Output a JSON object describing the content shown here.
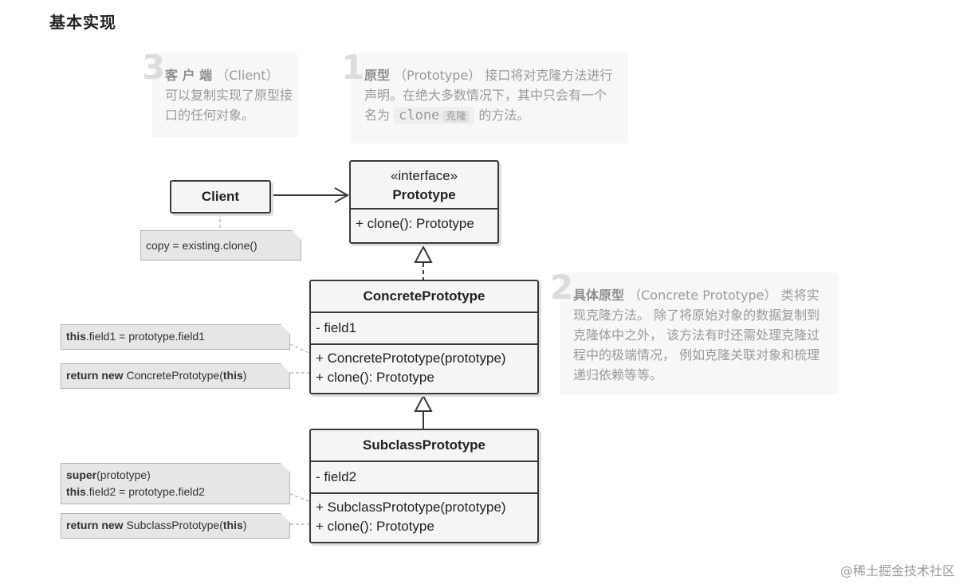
{
  "heading": "基本实现",
  "desc_client": {
    "number": "3",
    "title": "客 户 端",
    "paren": "（Client）",
    "text": "可以复制实现了原型接口的任何对象。"
  },
  "desc_prototype": {
    "number": "1",
    "title": "原型",
    "paren": "（Prototype）",
    "text1": "接口将对克隆方法进行声明。在绝大多数情况下，其中只会有一个名为",
    "code": "clone",
    "code_small": "克隆",
    "text2": "的方法。"
  },
  "desc_concrete": {
    "number": "2",
    "title": "具体原型",
    "paren": "（Concrete Prototype）",
    "text": "类将实现克隆方法。 除了将原始对象的数据复制到克隆体中之外， 该方法有时还需处理克隆过程中的极端情况， 例如克隆关联对象和梳理递归依赖等等。"
  },
  "client_box": {
    "label": "Client"
  },
  "client_note": "copy = existing.clone()",
  "prototype_box": {
    "stereotype": "«interface»",
    "name": "Prototype",
    "method": "+ clone(): Prototype"
  },
  "concrete_box": {
    "name": "ConcretePrototype",
    "field": "- field1",
    "method1": "+ ConcretePrototype(prototype)",
    "method2": "+ clone(): Prototype"
  },
  "concrete_notes": {
    "note1_kw": "this",
    "note1_rest": ".field1 = prototype.field1",
    "note2_kw": "return new",
    "note2_mid": " ConcretePrototype(",
    "note2_kw2": "this",
    "note2_end": ")"
  },
  "subclass_box": {
    "name": "SubclassPrototype",
    "field": "- field2",
    "method1": "+ SubclassPrototype(prototype)",
    "method2": "+ clone(): Prototype"
  },
  "subclass_notes": {
    "note1_kw": "super",
    "note1_rest": "(prototype)",
    "note1b_kw": "this",
    "note1b_rest": ".field2 = prototype.field2",
    "note2_kw": "return new",
    "note2_mid": " SubclassPrototype(",
    "note2_kw2": "this",
    "note2_end": ")"
  },
  "watermark": "@稀土掘金技术社区"
}
